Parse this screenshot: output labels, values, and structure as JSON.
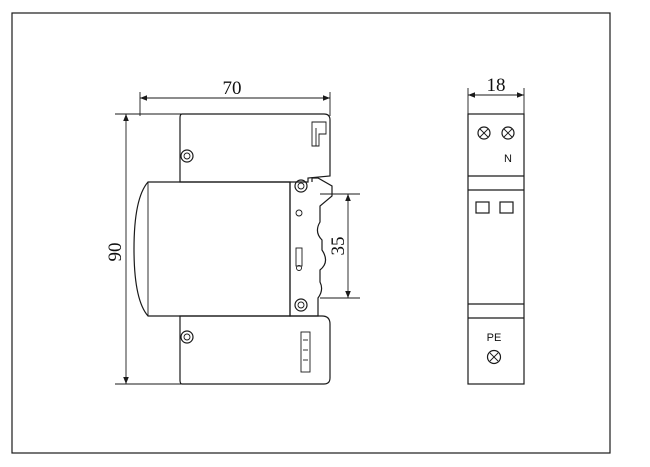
{
  "dimensions": {
    "side_width": "70",
    "side_height": "90",
    "rail": "35",
    "front_width": "18"
  },
  "labels": {
    "top_terminal": "N",
    "bottom_terminal": "PE"
  }
}
